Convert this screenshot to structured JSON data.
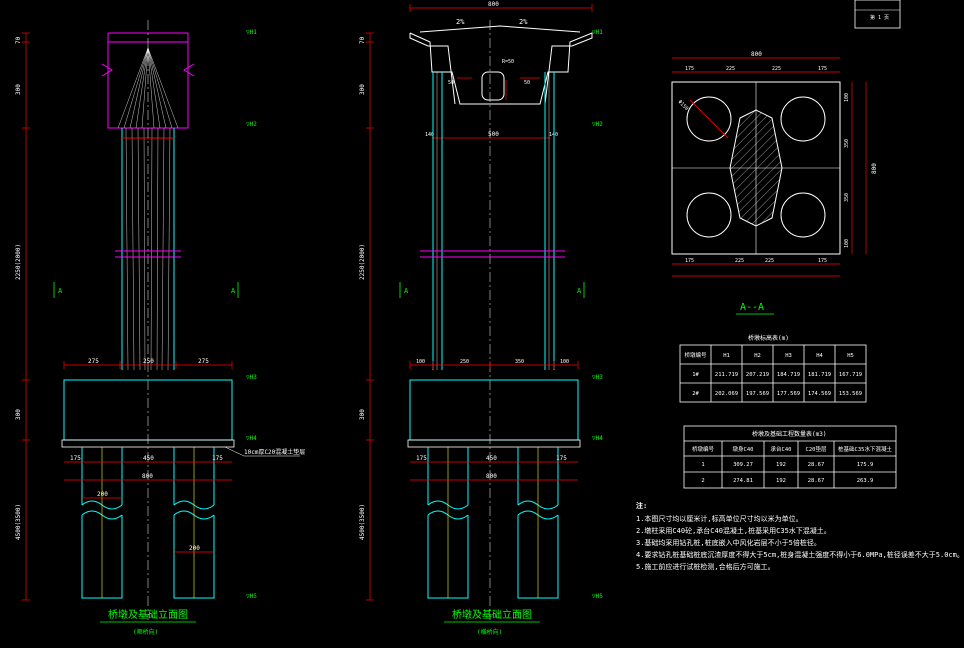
{
  "title_block": {
    "line1": "",
    "line2": "第 1 页"
  },
  "elevation_labels": {
    "h1": "▽H1",
    "h2": "▽H2",
    "h3": "▽H3",
    "h4": "▽H4",
    "h5": "▽H5"
  },
  "left_view": {
    "vdims": [
      "70",
      "300",
      "2250(2000)",
      "300",
      "4500(3500)"
    ],
    "top_dims": [
      "275",
      "250",
      "275"
    ],
    "pile_dims": [
      "175",
      "450",
      "175"
    ],
    "total_width": "800",
    "pile_dia_top": "200",
    "pile_dia_bottom": "200",
    "section_mark": "A",
    "callout": "10cm厚C20混凝土垫层",
    "title": "桥墩及基础立面图",
    "subtitle": "(顺桥向)"
  },
  "right_view": {
    "vdims": [
      "70",
      "300",
      "2250(2000)",
      "300",
      "4500(3500)"
    ],
    "cap_width": "800",
    "slope_left": "2%",
    "slope_right": "2%",
    "col_label": "50",
    "inner_label": "50",
    "note_r": "R=50",
    "inner_w": "500",
    "dims_140": "140",
    "top_dims": [
      "100",
      "250",
      "350",
      "100"
    ],
    "pile_dims": [
      "175",
      "450",
      "175"
    ],
    "total_width": "800",
    "section_mark": "A",
    "title": "桥墩及基础立面图",
    "subtitle": "(横桥向)"
  },
  "plan_view": {
    "top_width": "800",
    "top_dims": [
      "175",
      "225",
      "225",
      "175"
    ],
    "bottom_dims": [
      "175",
      "225",
      "225",
      "175"
    ],
    "right_dims": [
      "100",
      "350",
      "350",
      "100"
    ],
    "right_total": "800",
    "dia_label": "Φ150",
    "title": "A--A"
  },
  "table1": {
    "title": "桥墩标高表(m)",
    "headers": [
      "桥墩编号",
      "H1",
      "H2",
      "H3",
      "H4",
      "H5"
    ],
    "rows": [
      [
        "1#",
        "211.719",
        "207.219",
        "184.719",
        "181.719",
        "167.719"
      ],
      [
        "2#",
        "202.069",
        "197.569",
        "177.569",
        "174.569",
        "153.569"
      ]
    ]
  },
  "table2": {
    "title": "桥墩及基础工程数量表(m3)",
    "headers": [
      "桥墩编号",
      "墩身C40",
      "承台C40",
      "C20垫层",
      "桩基础C35水下混凝土"
    ],
    "rows": [
      [
        "1",
        "309.27",
        "192",
        "28.67",
        "175.9"
      ],
      [
        "2",
        "274.81",
        "192",
        "28.67",
        "263.9"
      ]
    ]
  },
  "notes": {
    "heading": "注:",
    "lines": [
      "1.本图尺寸均以厘米计,标高单位尺寸均以米为单位。",
      "2.墩柱采用C40砼,承台C40混凝土,桩基采用C35水下混凝土。",
      "3.基础均采用钻孔桩,桩底嵌入中风化岩层不小于5倍桩径。",
      "4.要求钻孔桩基础桩底沉渣厚度不得大于5cm,桩身混凝土强度不得小于6.0MPa,桩径误差不大于5.0cm。",
      "5.施工前应进行试桩检测,合格后方可施工。"
    ]
  }
}
